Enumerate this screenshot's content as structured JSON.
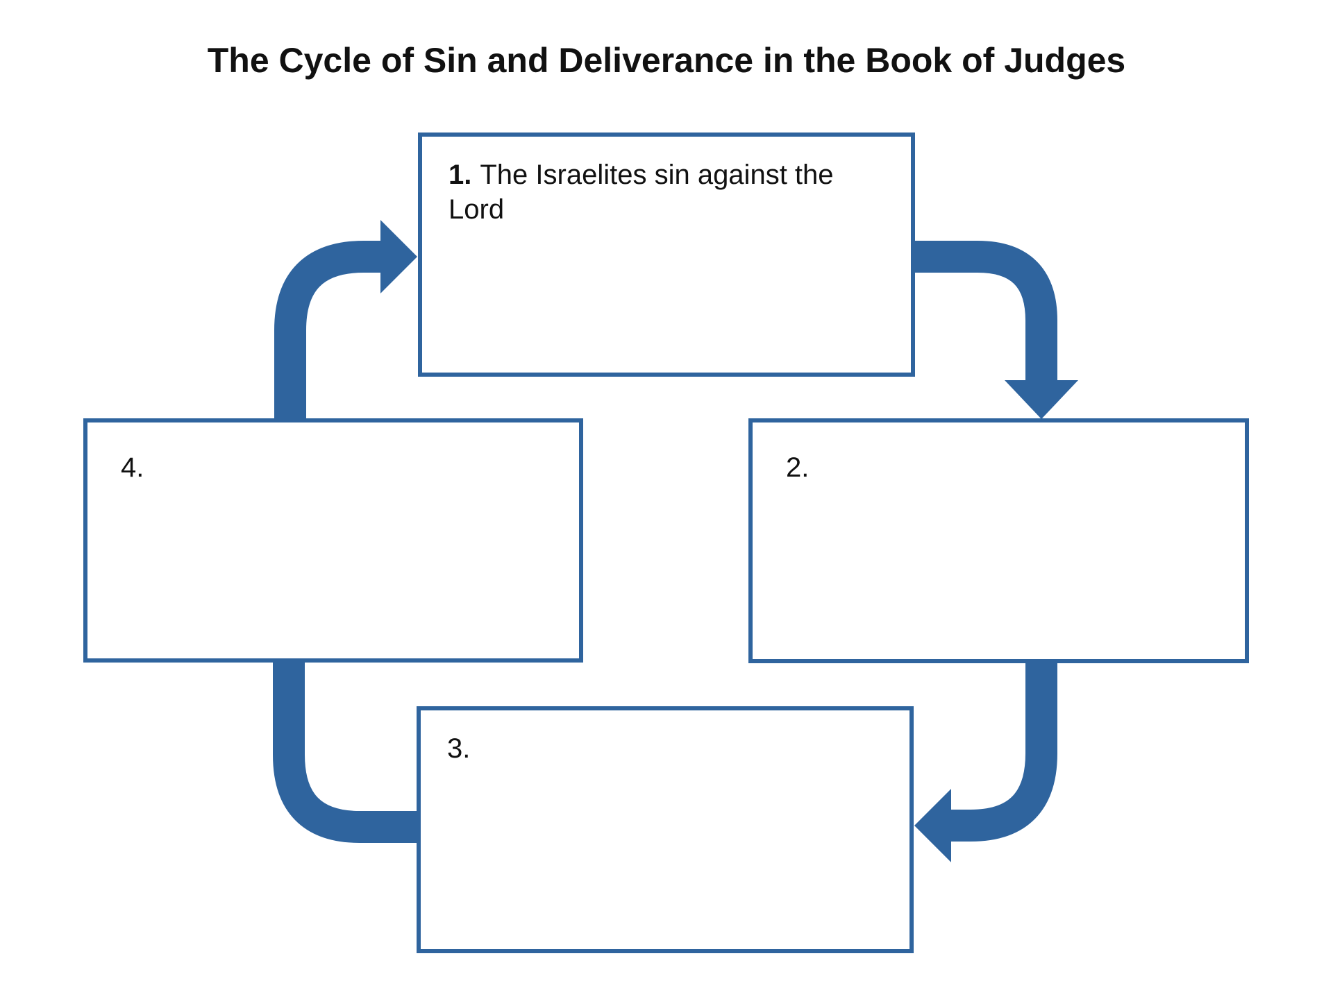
{
  "title": "The Cycle of Sin and Deliverance in the Book of Judges",
  "colors": {
    "accent": "#2F649E",
    "text": "#111111",
    "background": "#FFFFFF"
  },
  "boxes": [
    {
      "number": "1.",
      "text": "The Israelites sin against the Lord"
    },
    {
      "number": "2.",
      "text": ""
    },
    {
      "number": "3.",
      "text": ""
    },
    {
      "number": "4.",
      "text": ""
    }
  ],
  "cycle": {
    "direction": "clockwise",
    "connectors": [
      {
        "from": "1",
        "to": "2"
      },
      {
        "from": "2",
        "to": "3"
      },
      {
        "from": "3",
        "to": "4"
      },
      {
        "from": "4",
        "to": "1"
      }
    ]
  }
}
